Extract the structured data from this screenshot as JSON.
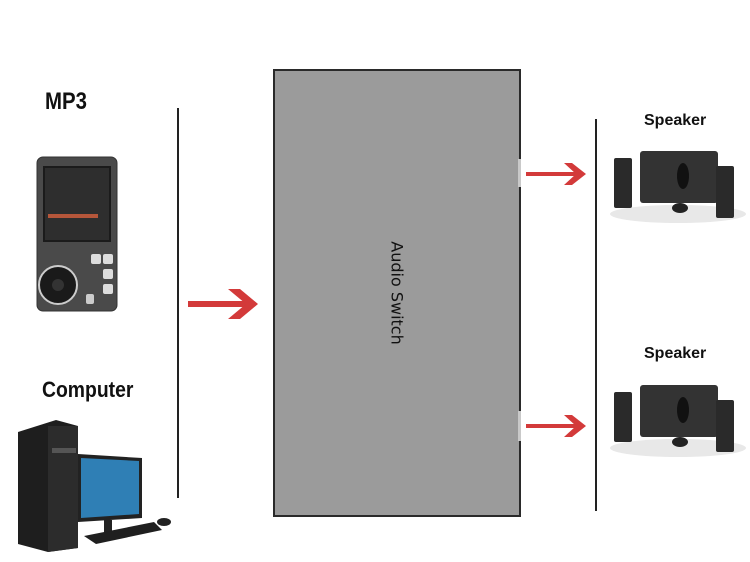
{
  "diagram": {
    "title": "Audio Switch connection diagram",
    "sources": [
      {
        "label": "MP3",
        "icon": "mp3-player-icon"
      },
      {
        "label": "Computer",
        "icon": "desktop-computer-icon"
      }
    ],
    "switch": {
      "label": "Audio Switch",
      "fill": "#9b9b9b"
    },
    "outputs": [
      {
        "label": "Speaker",
        "icon": "speaker-system-icon"
      },
      {
        "label": "Speaker",
        "icon": "speaker-system-icon"
      }
    ],
    "colors": {
      "arrow": "#d33a3a",
      "line": "#222222",
      "text": "#111111"
    }
  }
}
